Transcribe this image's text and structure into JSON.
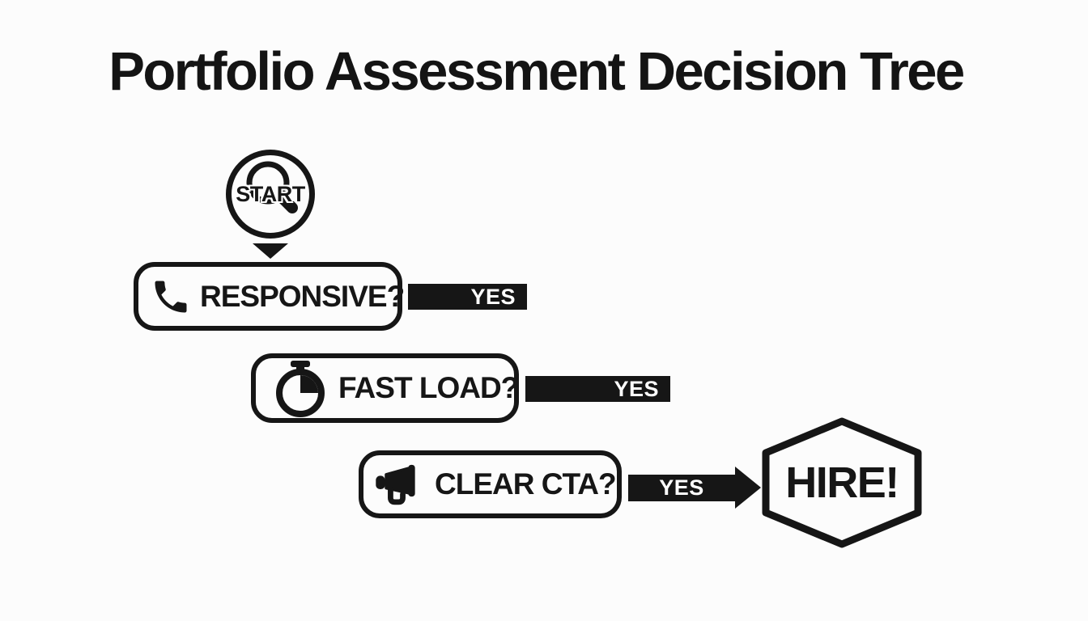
{
  "title": "Portfolio Assessment Decision Tree",
  "colors": {
    "background": "#fcfcfc",
    "ink": "#161616",
    "label_bg": "#161616",
    "label_text": "#ffffff"
  },
  "start": {
    "label": "START",
    "icon": "magnifier-icon"
  },
  "nodes": [
    {
      "id": "responsive",
      "label": "RESPONSIVE?",
      "icon": "phone-icon",
      "yes_label": "YES",
      "connector": "bar"
    },
    {
      "id": "fast-load",
      "label": "FAST LOAD?",
      "icon": "stopwatch-icon",
      "yes_label": "YES",
      "connector": "bar"
    },
    {
      "id": "clear-cta",
      "label": "CLEAR CTA?",
      "icon": "megaphone-icon",
      "yes_label": "YES",
      "connector": "arrow"
    }
  ],
  "result": {
    "label": "HIRE!",
    "shape": "hexagon"
  }
}
